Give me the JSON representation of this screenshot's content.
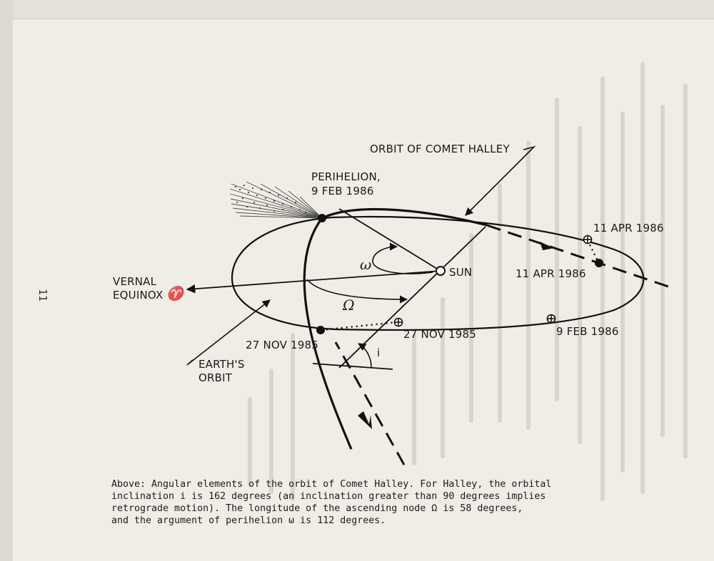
{
  "page": {
    "number": "11"
  },
  "diagram": {
    "labels": {
      "orbit_of_comet": "ORBIT OF COMET HALLEY",
      "perihelion_line1": "PERIHELION,",
      "perihelion_line2": "9 FEB 1986",
      "sun": "SUN",
      "vernal_line1": "VERNAL",
      "vernal_line2": "EQUINOX",
      "earth_line1": "EARTH'S",
      "earth_line2": "ORBIT",
      "comet_nov": "27 NOV 1985",
      "earth_nov": "27 NOV 1985",
      "comet_apr": "11 APR 1986",
      "earth_apr": "11 APR 1986",
      "earth_feb": "9 FEB 1986",
      "omega": "ω",
      "node": "Ω",
      "inclination": "i",
      "aries": "♈"
    }
  },
  "caption": {
    "lines": [
      "Above: Angular elements of the orbit of Comet Halley. For Halley, the orbital",
      "inclination i is 162 degrees (an inclination greater than 90 degrees implies",
      "retrograde motion). The longitude of the ascending node Ω is 58 degrees,",
      "and the argument of perihelion ω is 112 degrees."
    ]
  }
}
